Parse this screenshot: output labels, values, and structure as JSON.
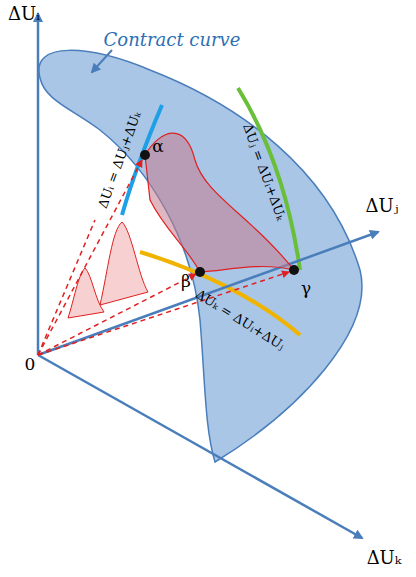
{
  "diagram": {
    "labels": [
      "ΔUᵢ",
      "ΔUⱼ",
      "ΔUₖ",
      "0",
      "Contract curve",
      "ΔUᵢ = ΔUⱼ+ΔUₖ",
      "ΔUⱼ = ΔUᵢ+ΔUₖ",
      "ΔUₖ = ΔUᵢ+ΔUⱼ",
      "α",
      "β",
      "γ"
    ]
  }
}
